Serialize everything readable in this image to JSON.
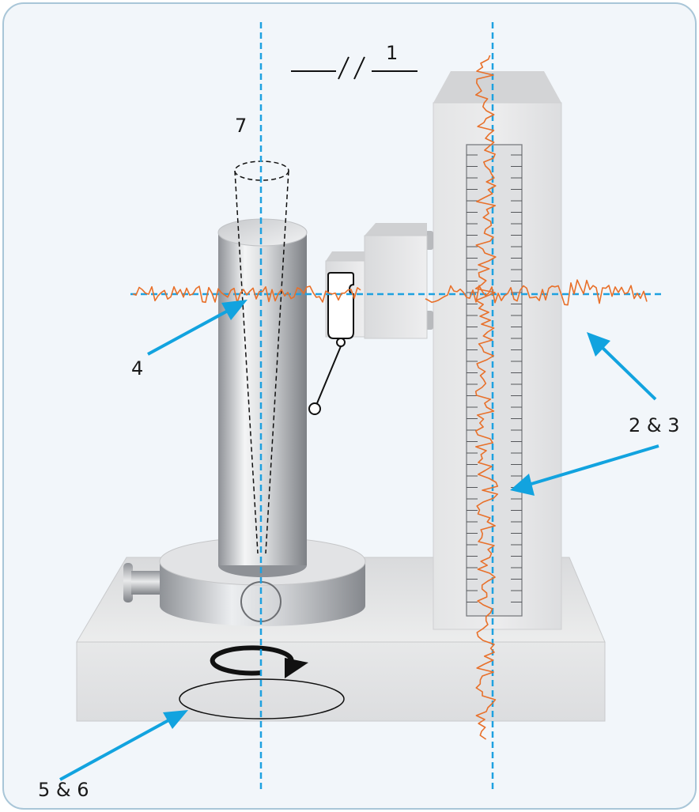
{
  "labels": {
    "l1": "1",
    "l7": "7",
    "l4": "4",
    "l23": "2 & 3",
    "l56": "5 & 6"
  },
  "colors": {
    "axis_dashed": "#1ea1e0",
    "arrow": "#12a3df",
    "trace": "#e8702a",
    "frame_border": "#a9c6d8",
    "frame_bg": "#f2f6fa"
  },
  "icons": {
    "rotation": "rotation-arrow-icon",
    "parallel_symbol": "parallelism-symbol-icon"
  }
}
